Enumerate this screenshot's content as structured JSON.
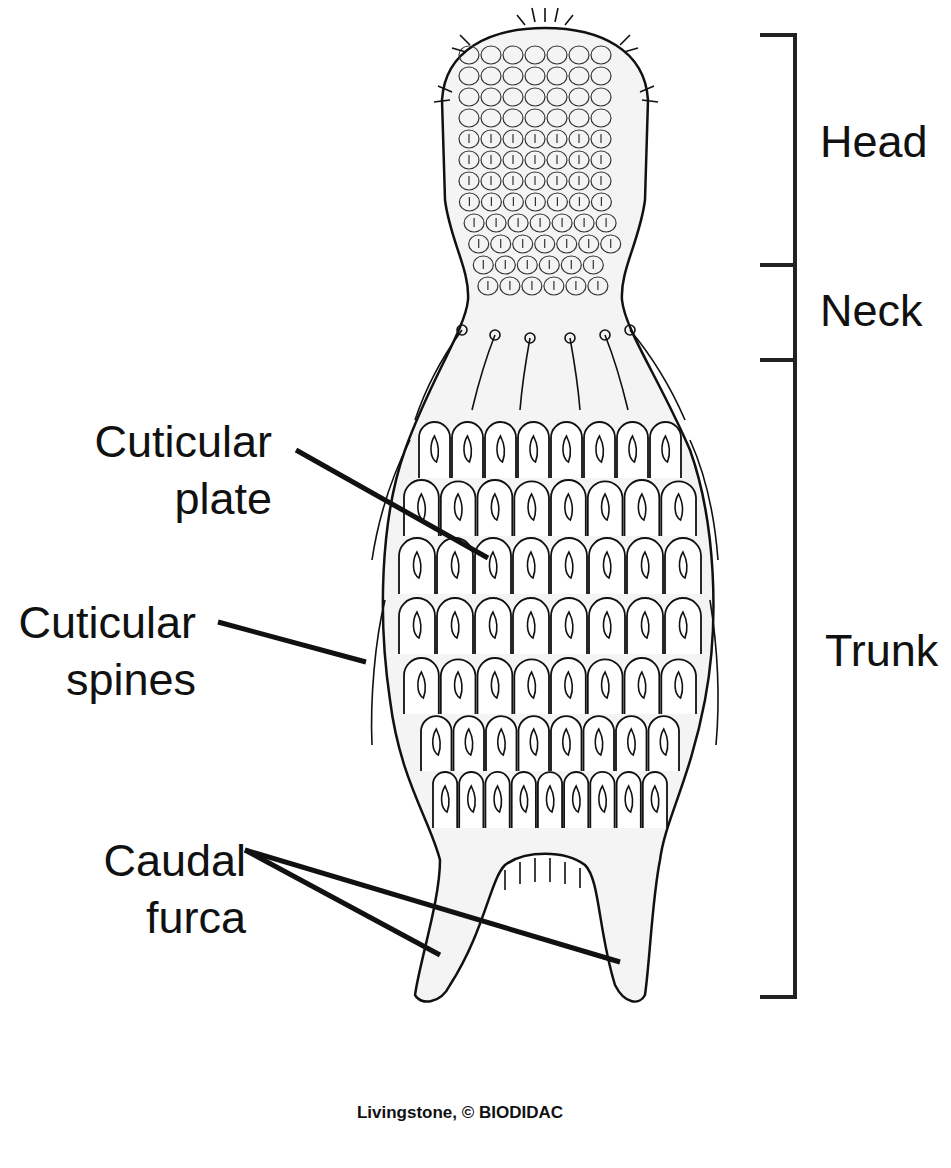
{
  "diagram": {
    "labels": [
      "Head",
      "Neck",
      "Trunk",
      "Cuticular plate",
      "Cuticular spines",
      "Caudal furca",
      "Livingstone, © BIODIDAC"
    ]
  }
}
